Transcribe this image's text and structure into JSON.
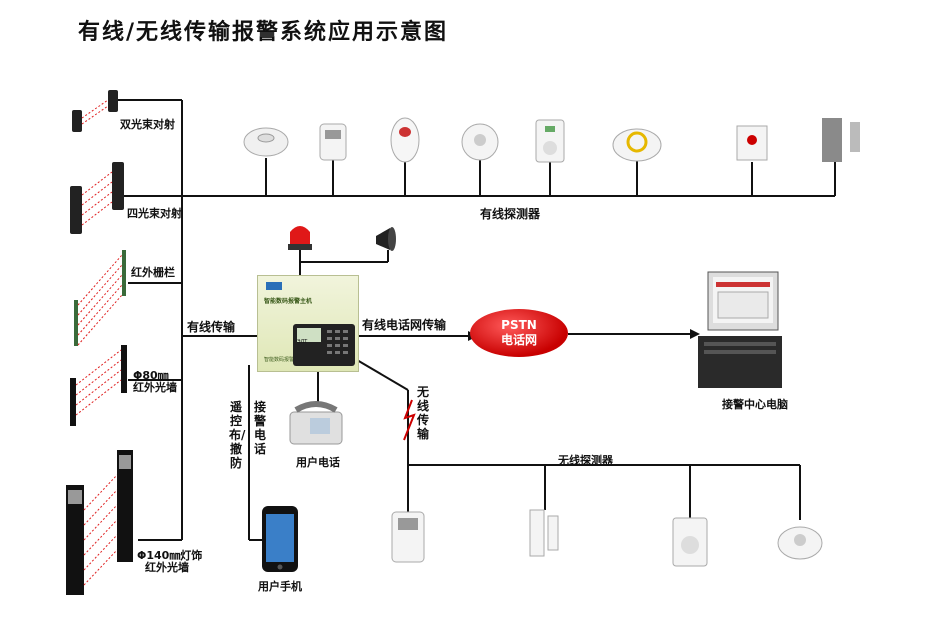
{
  "title": "有线/无线传输报警系统应用示意图",
  "labels": {
    "dual_beam": "双光束对射",
    "quad_beam": "四光束对射",
    "ir_fence": "红外栅栏",
    "ir_wall_80_a": "Φ80㎜",
    "ir_wall_80_b": "红外光墙",
    "ir_wall_140_a": "Φ140㎜灯饰",
    "ir_wall_140_b": "红外光墙",
    "wired_detectors": "有线探测器",
    "wired_transmission": "有线传输",
    "phone_network_transmission": "有线电话网传输",
    "pstn_top": "PSTN",
    "pstn_bottom": "电话网",
    "alarm_center": "接警中心电脑",
    "wireless_transmission": "无线传输",
    "wireless_detectors": "无线探测器",
    "remote_arm": "遥控布/撤防",
    "receive_call": "接警电话",
    "user_phone": "用户电话",
    "user_mobile": "用户手机",
    "panel_name": "智能数码报警主机",
    "keypad_text": "ЭЛТ",
    "panel_brand": "智能数码报警主机公司"
  },
  "icons": {
    "wired": [
      "smoke-detector",
      "pir-detector",
      "curtain-pir-detector",
      "ceiling-pir-detector",
      "gas-detector",
      "ceiling-smoke-detector",
      "emergency-button",
      "magnetic-contact"
    ],
    "wireless": [
      "wireless-pir-detector",
      "wireless-door-contact",
      "wireless-gas-detector",
      "wireless-ceiling-detector"
    ]
  },
  "colors": {
    "wire": "#111111",
    "beam": "#e02020",
    "pstn": "#d40000",
    "panel": "#e6ecc4"
  }
}
